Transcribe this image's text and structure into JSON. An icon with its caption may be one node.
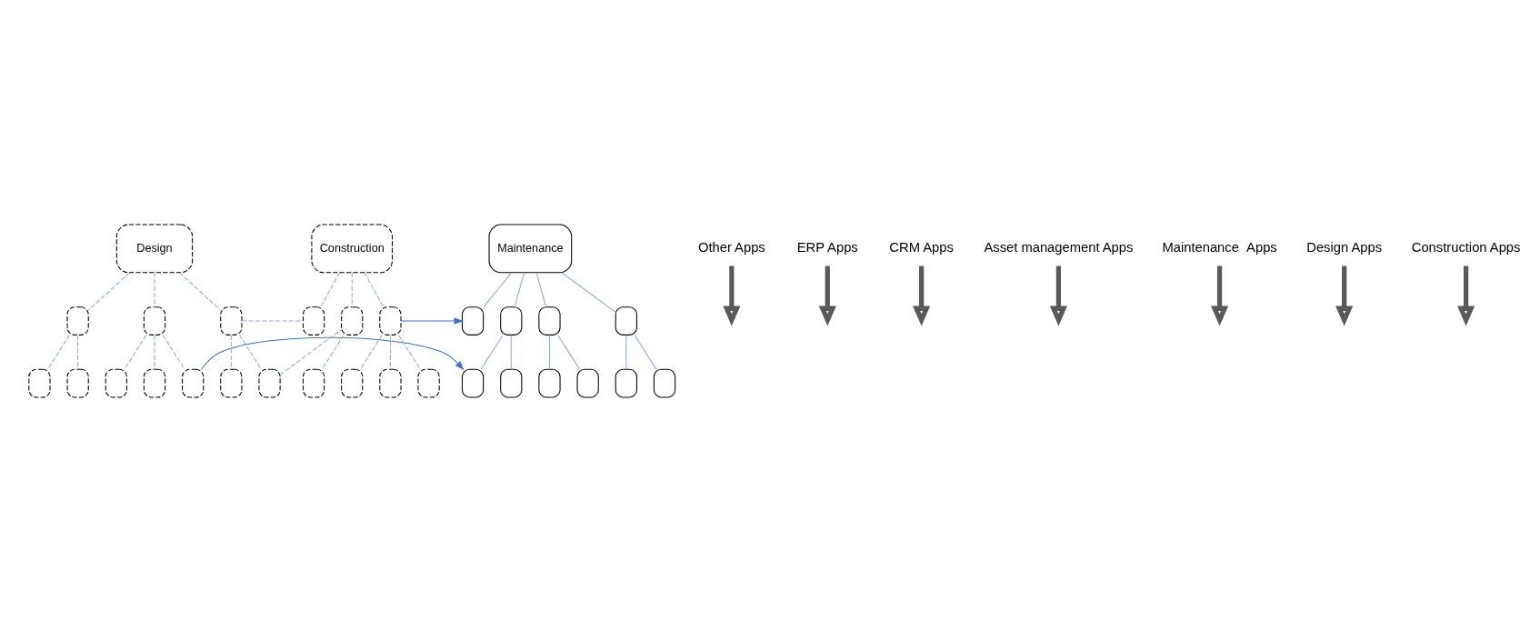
{
  "diagram": {
    "nodes": [
      {
        "text": [
          "Design"
        ]
      },
      {
        "text": [],
        "shape": "box"
      },
      {
        "text": [],
        "shape": "box"
      },
      {
        "text": [],
        "shape": "box"
      },
      {
        "text": [],
        "shape": "box"
      },
      {
        "text": [],
        "shape": "box"
      },
      {
        "text": [],
        "shape": "box"
      },
      {
        "text": [],
        "shape": "box"
      },
      {
        "text": [],
        "shape": "box"
      },
      {
        "text": [],
        "shape": "box"
      },
      {
        "text": [],
        "shape": "box"
      },
      {
        "text": [
          "Construction"
        ]
      },
      {
        "text": [],
        "shape": "box"
      },
      {
        "text": [],
        "shape": "box"
      },
      {
        "text": [],
        "shape": "box"
      },
      {
        "text": [],
        "shape": "box"
      },
      {
        "text": [],
        "shape": "box"
      },
      {
        "text": [],
        "shape": "box"
      },
      {
        "text": [],
        "shape": "box"
      },
      {
        "text": [
          "Maintenance"
        ]
      },
      {
        "text": [],
        "shape": "box"
      },
      {
        "text": [],
        "shape": "box"
      },
      {
        "text": [],
        "shape": "box"
      },
      {
        "text": [],
        "shape": "box"
      },
      {
        "text": [],
        "shape": "box"
      },
      {
        "text": [],
        "shape": "box"
      },
      {
        "text": [],
        "shape": "box"
      },
      {
        "text": [],
        "shape": "box"
      },
      {
        "text": [],
        "shape": "box"
      },
      {
        "text": [],
        "shape": "box"
      },
      {
        "text": [
          "Other Apps"
        ]
      },
      {
        "text": [
          "ERP Apps"
        ]
      },
      {
        "text": [
          "CRM Apps"
        ]
      },
      {
        "text": [
          "Asset management Apps"
        ]
      },
      {
        "text": [
          "Maintenance  Apps"
        ]
      },
      {
        "text": [
          "Design Apps"
        ]
      },
      {
        "text": [
          "Construction Apps"
        ]
      }
    ],
    "edges": [
      {
        "from": 0,
        "to": 1,
        "arrow": "none",
        "style": "dashed"
      },
      {
        "from": 0,
        "to": 2,
        "arrow": "none",
        "style": "dashed"
      },
      {
        "from": 0,
        "to": 3,
        "arrow": "none",
        "style": "dashed"
      },
      {
        "from": 1,
        "to": 4,
        "arrow": "none",
        "style": "dashed"
      },
      {
        "from": 1,
        "to": 5,
        "arrow": "none",
        "style": "dashed"
      },
      {
        "from": 2,
        "to": 6,
        "arrow": "none",
        "style": "dashed"
      },
      {
        "from": 2,
        "to": 7,
        "arrow": "none",
        "style": "dashed"
      },
      {
        "from": 2,
        "to": 8,
        "arrow": "none",
        "style": "dashed"
      },
      {
        "from": 3,
        "to": 9,
        "arrow": "none",
        "style": "dashed"
      },
      {
        "from": 3,
        "to": 10,
        "arrow": "none",
        "style": "dashed"
      },
      {
        "from": 11,
        "to": 12,
        "arrow": "none",
        "style": "dashed"
      },
      {
        "from": 11,
        "to": 13,
        "arrow": "none",
        "style": "dashed"
      },
      {
        "from": 11,
        "to": 14,
        "arrow": "none",
        "style": "dashed"
      },
      {
        "from": 13,
        "to": 15,
        "arrow": "none",
        "style": "dashed"
      },
      {
        "from": 14,
        "to": 16,
        "arrow": "none",
        "style": "dashed"
      },
      {
        "from": 14,
        "to": 17,
        "arrow": "none",
        "style": "dashed"
      },
      {
        "from": 14,
        "to": 18,
        "arrow": "none",
        "style": "dashed"
      },
      {
        "from": 3,
        "to": 12,
        "arrow": "none",
        "style": "dashed"
      },
      {
        "from": 10,
        "to": 13,
        "arrow": "none",
        "style": "dashed"
      },
      {
        "from": 19,
        "to": 20,
        "arrow": "none"
      },
      {
        "from": 19,
        "to": 21,
        "arrow": "none"
      },
      {
        "from": 19,
        "to": 22,
        "arrow": "none"
      },
      {
        "from": 19,
        "to": 23,
        "arrow": "none"
      },
      {
        "from": 21,
        "to": 24,
        "arrow": "none"
      },
      {
        "from": 21,
        "to": 25,
        "arrow": "none"
      },
      {
        "from": 22,
        "to": 26,
        "arrow": "none"
      },
      {
        "from": 22,
        "to": 27,
        "arrow": "none"
      },
      {
        "from": 23,
        "to": 28,
        "arrow": "none"
      },
      {
        "from": 23,
        "to": 29,
        "arrow": "none"
      },
      {
        "from": 14,
        "to": 20,
        "arrow": "to",
        "color": "#4472c4"
      },
      {
        "from": 8,
        "to": 24,
        "arrow": "to",
        "color": "#4472c4"
      },
      {
        "from": 30,
        "to": null,
        "arrow": "to",
        "style": "thick",
        "color": "#595959"
      },
      {
        "from": 31,
        "to": null,
        "arrow": "to",
        "style": "thick",
        "color": "#595959"
      },
      {
        "from": 32,
        "to": null,
        "arrow": "to",
        "style": "thick",
        "color": "#595959"
      },
      {
        "from": 33,
        "to": null,
        "arrow": "to",
        "style": "thick",
        "color": "#595959"
      },
      {
        "from": 34,
        "to": null,
        "arrow": "to",
        "style": "thick",
        "color": "#595959"
      },
      {
        "from": 35,
        "to": null,
        "arrow": "to",
        "style": "thick",
        "color": "#595959"
      },
      {
        "from": 36,
        "to": null,
        "arrow": "to",
        "style": "thick",
        "color": "#595959"
      }
    ]
  }
}
